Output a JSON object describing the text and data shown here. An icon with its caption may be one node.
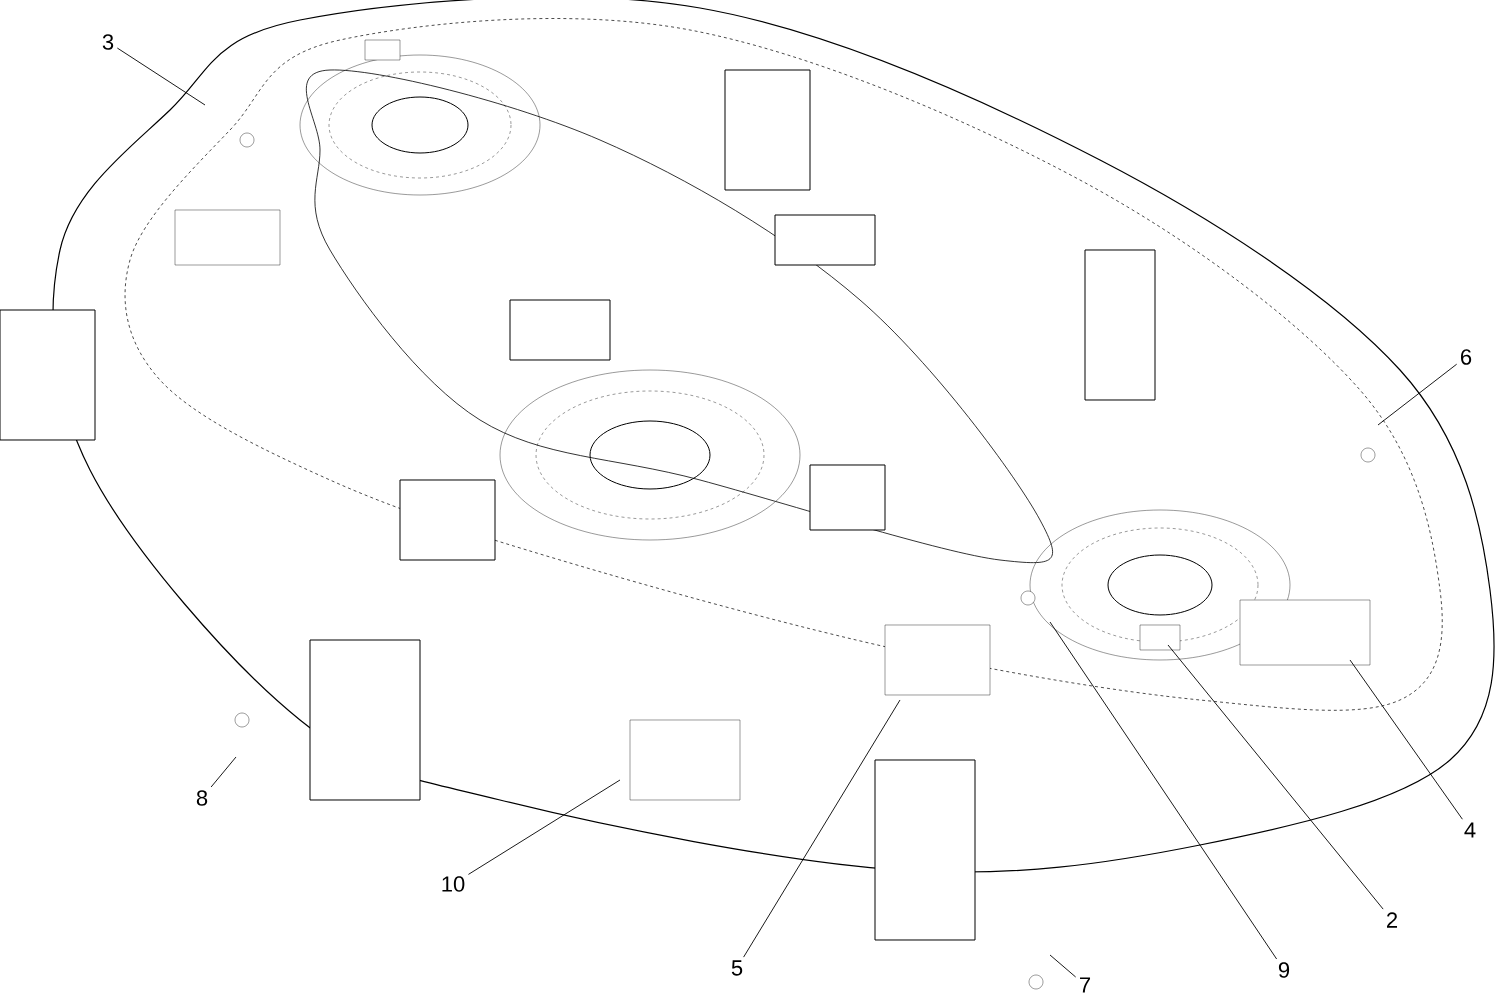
{
  "diagram": {
    "nodes": [
      {
        "text": [
          "3"
        ]
      },
      {
        "text": [
          "6"
        ]
      },
      {
        "text": [
          "8"
        ]
      },
      {
        "text": [
          "10"
        ]
      },
      {
        "text": [
          "5"
        ]
      },
      {
        "text": [
          "7"
        ]
      },
      {
        "text": [
          "9"
        ]
      },
      {
        "text": [
          "2"
        ]
      },
      {
        "text": [
          "4"
        ]
      }
    ],
    "edges": [
      {
        "from": 0,
        "to": null,
        "arrow": "none"
      },
      {
        "from": 1,
        "to": null,
        "arrow": "none"
      },
      {
        "from": 2,
        "to": null,
        "arrow": "none"
      },
      {
        "from": 3,
        "to": null,
        "arrow": "none"
      },
      {
        "from": 4,
        "to": null,
        "arrow": "none"
      },
      {
        "from": 5,
        "to": null,
        "arrow": "none"
      },
      {
        "from": 6,
        "to": null,
        "arrow": "none"
      },
      {
        "from": 7,
        "to": null,
        "arrow": "none"
      },
      {
        "from": 8,
        "to": null,
        "arrow": "none"
      }
    ]
  }
}
